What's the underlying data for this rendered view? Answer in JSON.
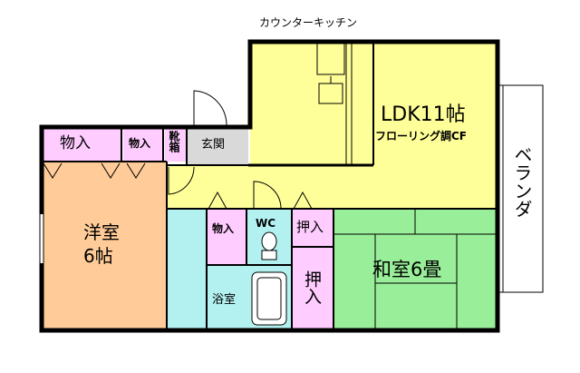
{
  "plan": {
    "top_label": "カウンターキッチン",
    "rooms": {
      "ldk": {
        "name": "LDK11帖",
        "sub": "フローリング調CF",
        "color": "#ffff99"
      },
      "yoshitsu": {
        "name_line1": "洋室",
        "name_line2": "6帖",
        "color": "#ffcc99"
      },
      "washitsu": {
        "name": "和室6畳",
        "color": "#99ee99"
      },
      "storage_left": {
        "name": "物入",
        "color": "#ffccff"
      },
      "storage_small": {
        "name": "物入",
        "color": "#ffccff"
      },
      "shoe_box": {
        "name": "靴箱",
        "color": "#ffccff"
      },
      "entrance": {
        "name": "玄関",
        "color": "#d9d9d9"
      },
      "storage_wc_side": {
        "name": "物入",
        "color": "#ffccff"
      },
      "wc": {
        "name": "WC",
        "color": "#b3f0f0"
      },
      "closet_small": {
        "name": "押入",
        "color": "#ffccff"
      },
      "closet_big": {
        "name": "押入",
        "color": "#ffccff"
      },
      "bath": {
        "name": "浴室",
        "color": "#b3f0f0"
      },
      "corridor": {
        "color": "#ffff99"
      },
      "washroom": {
        "color": "#b3f0f0"
      }
    },
    "balcony": {
      "name": "ベランダ"
    }
  }
}
